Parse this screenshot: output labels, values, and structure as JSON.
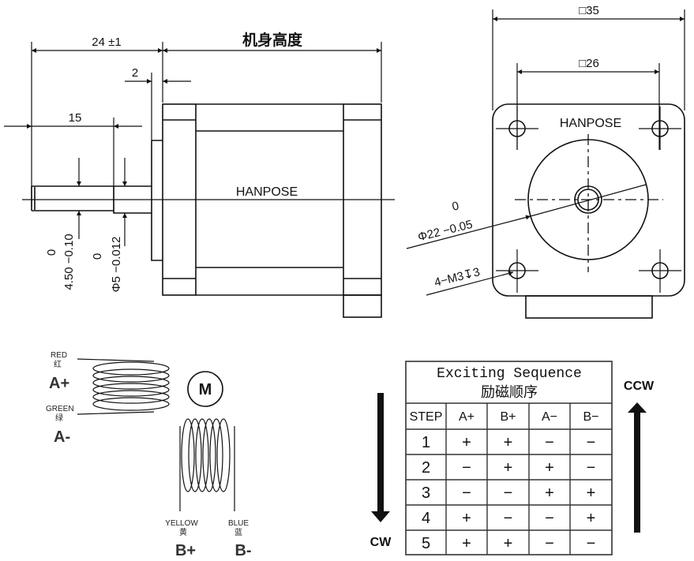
{
  "side_view": {
    "dim_shaft_total": "24 ±1",
    "dim_body_height": "机身高度",
    "dim_flange": "2",
    "dim_shaft_flat": "15",
    "dim_flat_tol_top": "0",
    "dim_flat_value": "4.50 −0.10",
    "dim_shaft_tol_top": "0",
    "dim_shaft_value": "Φ5 −0.012",
    "brand": "HANPOSE"
  },
  "front_view": {
    "dim_outer": "□35",
    "dim_holes": "□26",
    "brand": "HANPOSE",
    "dim_pilot_tol_top": "0",
    "dim_pilot_value": "Φ22 −0.05",
    "dim_screw": "4−M3↧3"
  },
  "wiring": {
    "motor_symbol": "M",
    "wires": [
      {
        "color_en": "RED",
        "color_cn": "红",
        "terminal": "A+"
      },
      {
        "color_en": "GREEN",
        "color_cn": "绿",
        "terminal": "A-"
      },
      {
        "color_en": "YELLOW",
        "color_cn": "黄",
        "terminal": "B+"
      },
      {
        "color_en": "BLUE",
        "color_cn": "蓝",
        "terminal": "B-"
      }
    ]
  },
  "sequence_table": {
    "title_en": "Exciting Sequence",
    "title_cn": "励磁顺序",
    "headers": [
      "STEP",
      "A+",
      "B+",
      "A−",
      "B−"
    ],
    "rows": [
      [
        "1",
        "+",
        "+",
        "−",
        "−"
      ],
      [
        "2",
        "−",
        "+",
        "+",
        "−"
      ],
      [
        "3",
        "−",
        "−",
        "+",
        "+"
      ],
      [
        "4",
        "+",
        "−",
        "−",
        "+"
      ],
      [
        "5",
        "+",
        "+",
        "−",
        "−"
      ]
    ],
    "cw_label": "CW",
    "ccw_label": "CCW"
  }
}
